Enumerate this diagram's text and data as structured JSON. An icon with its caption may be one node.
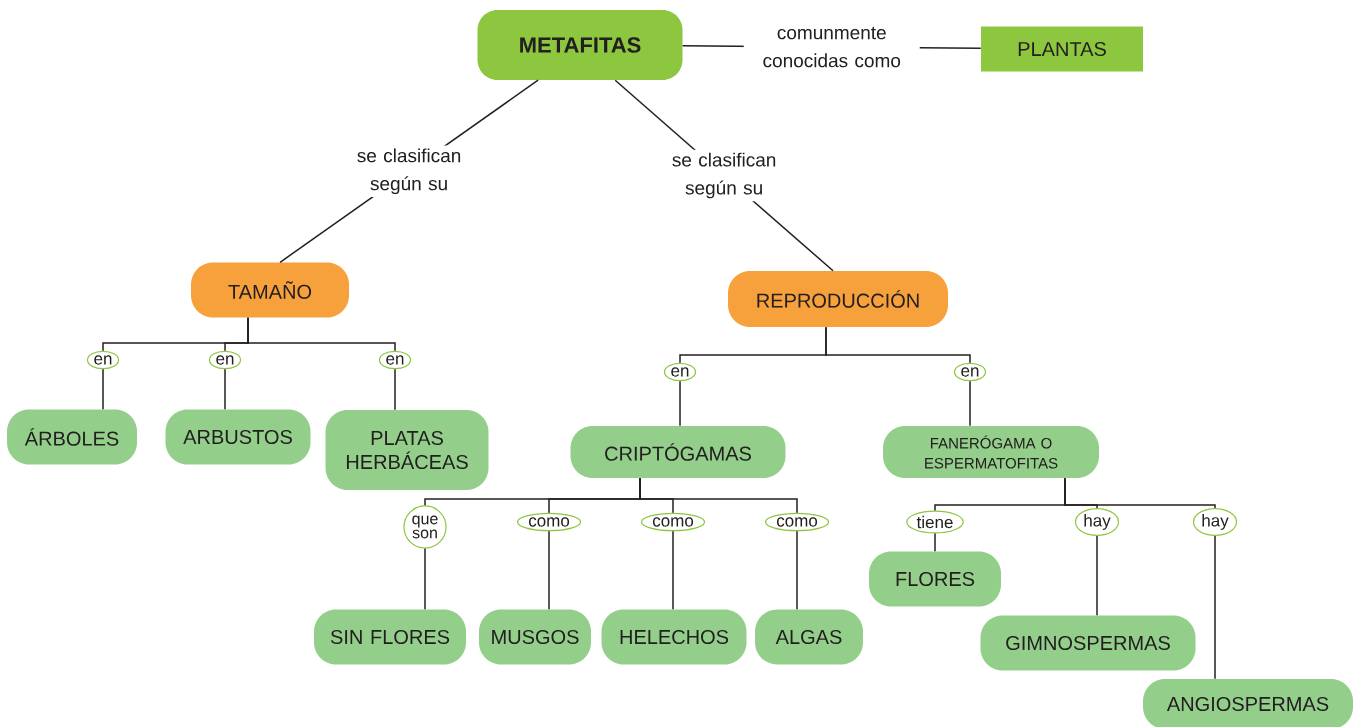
{
  "diagram": {
    "nodes": [
      {
        "text": [
          "METAFITAS"
        ]
      },
      {
        "text": [
          "PLANTAS"
        ]
      },
      {
        "text": [
          "TAMAÑO"
        ]
      },
      {
        "text": [
          "en"
        ]
      },
      {
        "text": [
          "en"
        ]
      },
      {
        "text": [
          "en"
        ]
      },
      {
        "text": [
          "ÁRBOLES"
        ]
      },
      {
        "text": [
          "ARBUSTOS"
        ]
      },
      {
        "text": [
          "PLATAS HERBÁCEAS"
        ]
      },
      {
        "text": [
          "REPRODUCCIÓN"
        ]
      },
      {
        "text": [
          "en"
        ]
      },
      {
        "text": [
          "en"
        ]
      },
      {
        "text": [
          "CRIPTÓGAMAS"
        ]
      },
      {
        "text": [
          "FANERÓGAMA O ESPERMATOFITAS"
        ]
      },
      {
        "text": [
          "que son"
        ]
      },
      {
        "text": [
          "como"
        ]
      },
      {
        "text": [
          "como"
        ]
      },
      {
        "text": [
          "como"
        ]
      },
      {
        "text": [
          "SIN FLORES"
        ]
      },
      {
        "text": [
          "MUSGOS"
        ]
      },
      {
        "text": [
          "HELECHOS"
        ]
      },
      {
        "text": [
          "ALGAS"
        ]
      },
      {
        "text": [
          "tiene"
        ]
      },
      {
        "text": [
          "hay"
        ]
      },
      {
        "text": [
          "hay"
        ]
      },
      {
        "text": [
          "FLORES"
        ]
      },
      {
        "text": [
          "GIMNOSPERMAS"
        ]
      },
      {
        "text": [
          "ANGIOSPERMAS"
        ]
      }
    ],
    "edges": [
      {
        "from": 0,
        "to": 1,
        "arrow": "none",
        "label": "comunmente conocidas como"
      },
      {
        "from": 0,
        "to": 2,
        "arrow": "none",
        "label": "se clasifican según su"
      },
      {
        "from": 0,
        "to": 9,
        "arrow": "none",
        "label": "se clasifican según su"
      },
      {
        "from": 2,
        "to": 3,
        "arrow": "none"
      },
      {
        "from": 2,
        "to": 4,
        "arrow": "none"
      },
      {
        "from": 2,
        "to": 5,
        "arrow": "none"
      },
      {
        "from": 3,
        "to": 6,
        "arrow": "none"
      },
      {
        "from": 4,
        "to": 7,
        "arrow": "none"
      },
      {
        "from": 5,
        "to": 8,
        "arrow": "none"
      },
      {
        "from": 9,
        "to": 10,
        "arrow": "none"
      },
      {
        "from": 9,
        "to": 11,
        "arrow": "none"
      },
      {
        "from": 10,
        "to": 12,
        "arrow": "none"
      },
      {
        "from": 11,
        "to": 13,
        "arrow": "none"
      },
      {
        "from": 12,
        "to": 14,
        "arrow": "none"
      },
      {
        "from": 12,
        "to": 15,
        "arrow": "none"
      },
      {
        "from": 12,
        "to": 16,
        "arrow": "none"
      },
      {
        "from": 12,
        "to": 17,
        "arrow": "none"
      },
      {
        "from": 14,
        "to": 18,
        "arrow": "none"
      },
      {
        "from": 15,
        "to": 19,
        "arrow": "none"
      },
      {
        "from": 16,
        "to": 20,
        "arrow": "none"
      },
      {
        "from": 17,
        "to": 21,
        "arrow": "none"
      },
      {
        "from": 13,
        "to": 22,
        "arrow": "none"
      },
      {
        "from": 13,
        "to": 23,
        "arrow": "none"
      },
      {
        "from": 13,
        "to": 24,
        "arrow": "none"
      },
      {
        "from": 22,
        "to": 25,
        "arrow": "none"
      },
      {
        "from": 23,
        "to": 26,
        "arrow": "none"
      },
      {
        "from": 24,
        "to": 27,
        "arrow": "none"
      }
    ]
  }
}
